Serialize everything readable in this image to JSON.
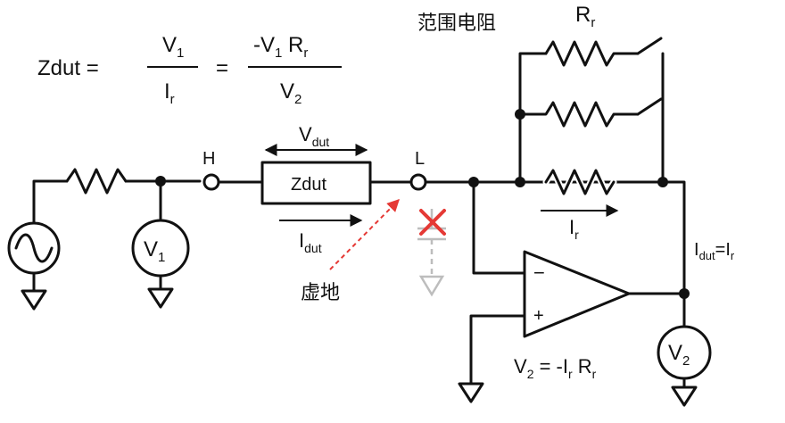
{
  "formula": {
    "lhs": "Zdut =",
    "frac1_num_main": "V",
    "frac1_num_sub": "1",
    "frac1_den_main": "I",
    "frac1_den_sub": "r",
    "eq": "=",
    "frac2_num_a": "-V",
    "frac2_num_a_sub": "1",
    "frac2_num_b": " R",
    "frac2_num_b_sub": "r",
    "frac2_den_main": "V",
    "frac2_den_sub": "2"
  },
  "labels": {
    "range_resistor": "范围电阻",
    "rr_main": "R",
    "rr_sub": "r",
    "terminal_h": "H",
    "terminal_l": "L",
    "vdut_main": "V",
    "vdut_sub": "dut",
    "zdut": "Zdut",
    "idut_main": "I",
    "idut_sub": "dut",
    "ir_main": "I",
    "ir_sub": "r",
    "virtual_ground": "虚地",
    "idut_eq_main": "I",
    "idut_eq_sub": "dut",
    "idut_eq_rest": "=I",
    "idut_eq_sub2": "r",
    "v1_main": "V",
    "v1_sub": "1",
    "v2_main": "V",
    "v2_sub": "2",
    "opamp_minus": "−",
    "opamp_plus": "+",
    "v2_eq_a": "V",
    "v2_eq_a_sub": "2",
    "v2_eq_b": " = -I",
    "v2_eq_b_sub": "r",
    "v2_eq_c": " R",
    "v2_eq_c_sub": "r"
  },
  "colors": {
    "line": "#111111",
    "cross": "#e53935",
    "dashed_arrow": "#e53935",
    "ghost": "#bdbdbd"
  }
}
